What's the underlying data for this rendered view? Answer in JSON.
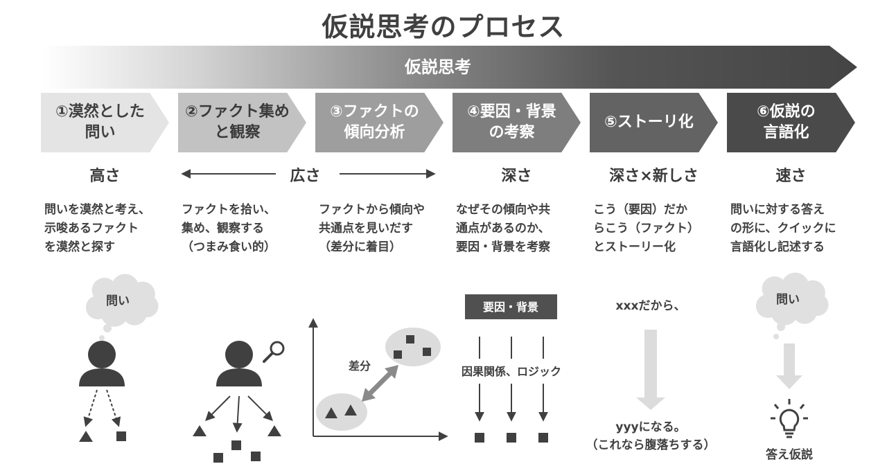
{
  "title": "仮説思考のプロセス",
  "banner": {
    "label": "仮説思考"
  },
  "steps": [
    {
      "label": "①漠然とした\n問い",
      "bg": "#e4e4e4",
      "fg": "#404040"
    },
    {
      "label": "②ファクト集め\nと観察",
      "bg": "#c2c2c2",
      "fg": "#3a3a3a"
    },
    {
      "label": "③ファクトの\n傾向分析",
      "bg": "#9e9e9e",
      "fg": "#ffffff"
    },
    {
      "label": "④要因・背景\nの考察",
      "bg": "#7e7e7e",
      "fg": "#ffffff"
    },
    {
      "label": "⑤ストーリ化",
      "bg": "#636363",
      "fg": "#ffffff"
    },
    {
      "label": "⑥仮説の\n言語化",
      "bg": "#4a4a4a",
      "fg": "#ffffff"
    }
  ],
  "qualities": [
    "高さ",
    "広さ",
    "深さ",
    "深さ×新しさ",
    "速さ"
  ],
  "descriptions": [
    "問いを漠然と考え、\n示唆あるファクト\nを漠然と探す",
    "ファクトを拾い、\n集め、観察する\n（つまみ食い的）",
    "ファクトから傾向や\n共通点を見いだす\n（差分に着目）",
    "なぜその傾向や共\n通点があるのか、\n要因・背景を考察",
    "こう（要因）だか\nらこう（ファクト）\nとストーリー化",
    "問いに対する答え\nの形に、クイックに\n言語化し記述する"
  ],
  "illustrations": {
    "bubble1": "問い",
    "diff_label": "差分",
    "factor_box": "要因・背景",
    "causal_label": "因果関係、ロジック",
    "story_top": "xxxだから、",
    "story_bottom_1": "yyyになる。",
    "story_bottom_2": "（これなら腹落ちする）",
    "bubble6": "問い",
    "answer_label": "答え仮説"
  },
  "icons": [
    "person-icon",
    "magnifier-icon",
    "lightbulb-icon",
    "thought-bubble-icon"
  ]
}
